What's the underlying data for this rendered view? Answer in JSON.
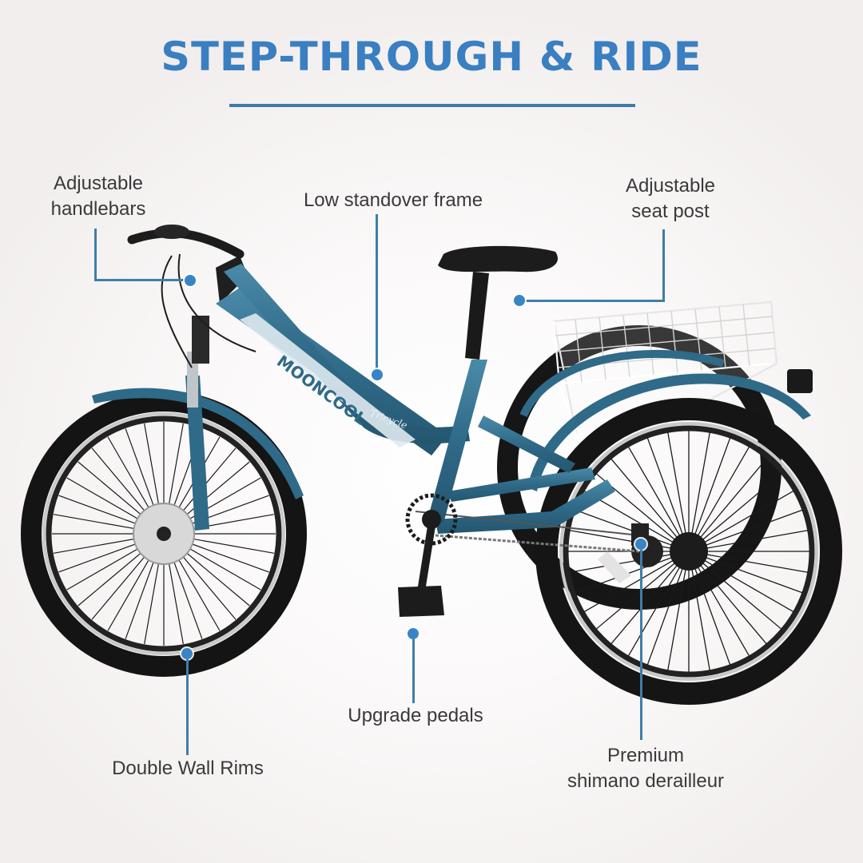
{
  "title": "STEP-THROUGH & RIDE",
  "colors": {
    "title": "#3a7fc1",
    "callout_line": "#3f7ea9",
    "callout_dot": "#3a84c6",
    "frame": "#2f6a88",
    "background": "#f2eeee"
  },
  "product": {
    "brand_text": "MOONCOOL",
    "model_text": "Tricycle"
  },
  "callouts": [
    {
      "id": "handlebars",
      "line1": "Adjustable",
      "line2": "handlebars"
    },
    {
      "id": "frame",
      "line1": "Low standover frame"
    },
    {
      "id": "seat_post",
      "line1": "Adjustable",
      "line2": "seat post"
    },
    {
      "id": "rims",
      "line1": "Double Wall Rims"
    },
    {
      "id": "pedals",
      "line1": "Upgrade pedals"
    },
    {
      "id": "derailleur",
      "line1": "Premium",
      "line2": "shimano derailleur"
    }
  ]
}
